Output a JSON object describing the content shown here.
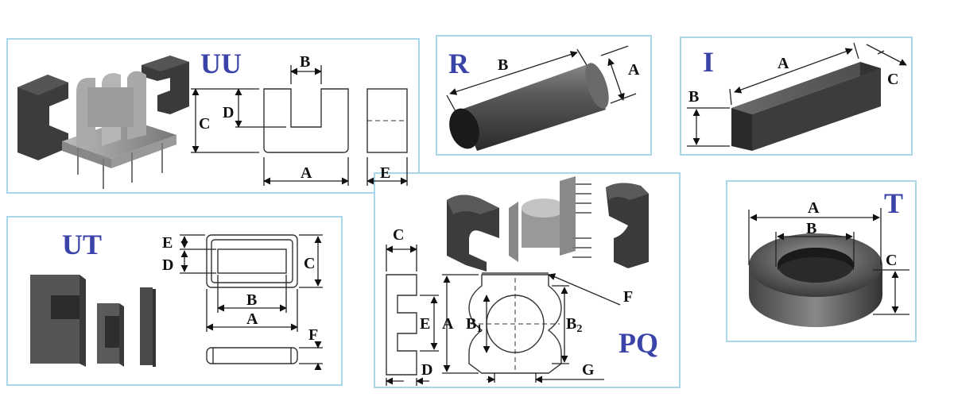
{
  "panels": {
    "uu": {
      "title": "UU",
      "labels": {
        "a": "A",
        "b": "B",
        "c": "C",
        "d": "D",
        "e": "E"
      }
    },
    "r": {
      "title": "R",
      "labels": {
        "a": "A",
        "b": "B"
      }
    },
    "i": {
      "title": "I",
      "labels": {
        "a": "A",
        "b": "B",
        "c": "C"
      }
    },
    "ut": {
      "title": "UT",
      "labels": {
        "a": "A",
        "b": "B",
        "c": "C",
        "d": "D",
        "e": "E",
        "f": "F"
      }
    },
    "pq": {
      "title": "PQ",
      "labels": {
        "a": "A",
        "b1": "B",
        "b1_sub": "1",
        "b2": "B",
        "b2_sub": "2",
        "c": "C",
        "d": "D",
        "e": "E",
        "f": "F",
        "g": "G"
      }
    },
    "t": {
      "title": "T",
      "labels": {
        "a": "A",
        "b": "B",
        "c": "C"
      }
    }
  },
  "colors": {
    "title": "#3a44a8",
    "border": "#a9d6e8"
  }
}
